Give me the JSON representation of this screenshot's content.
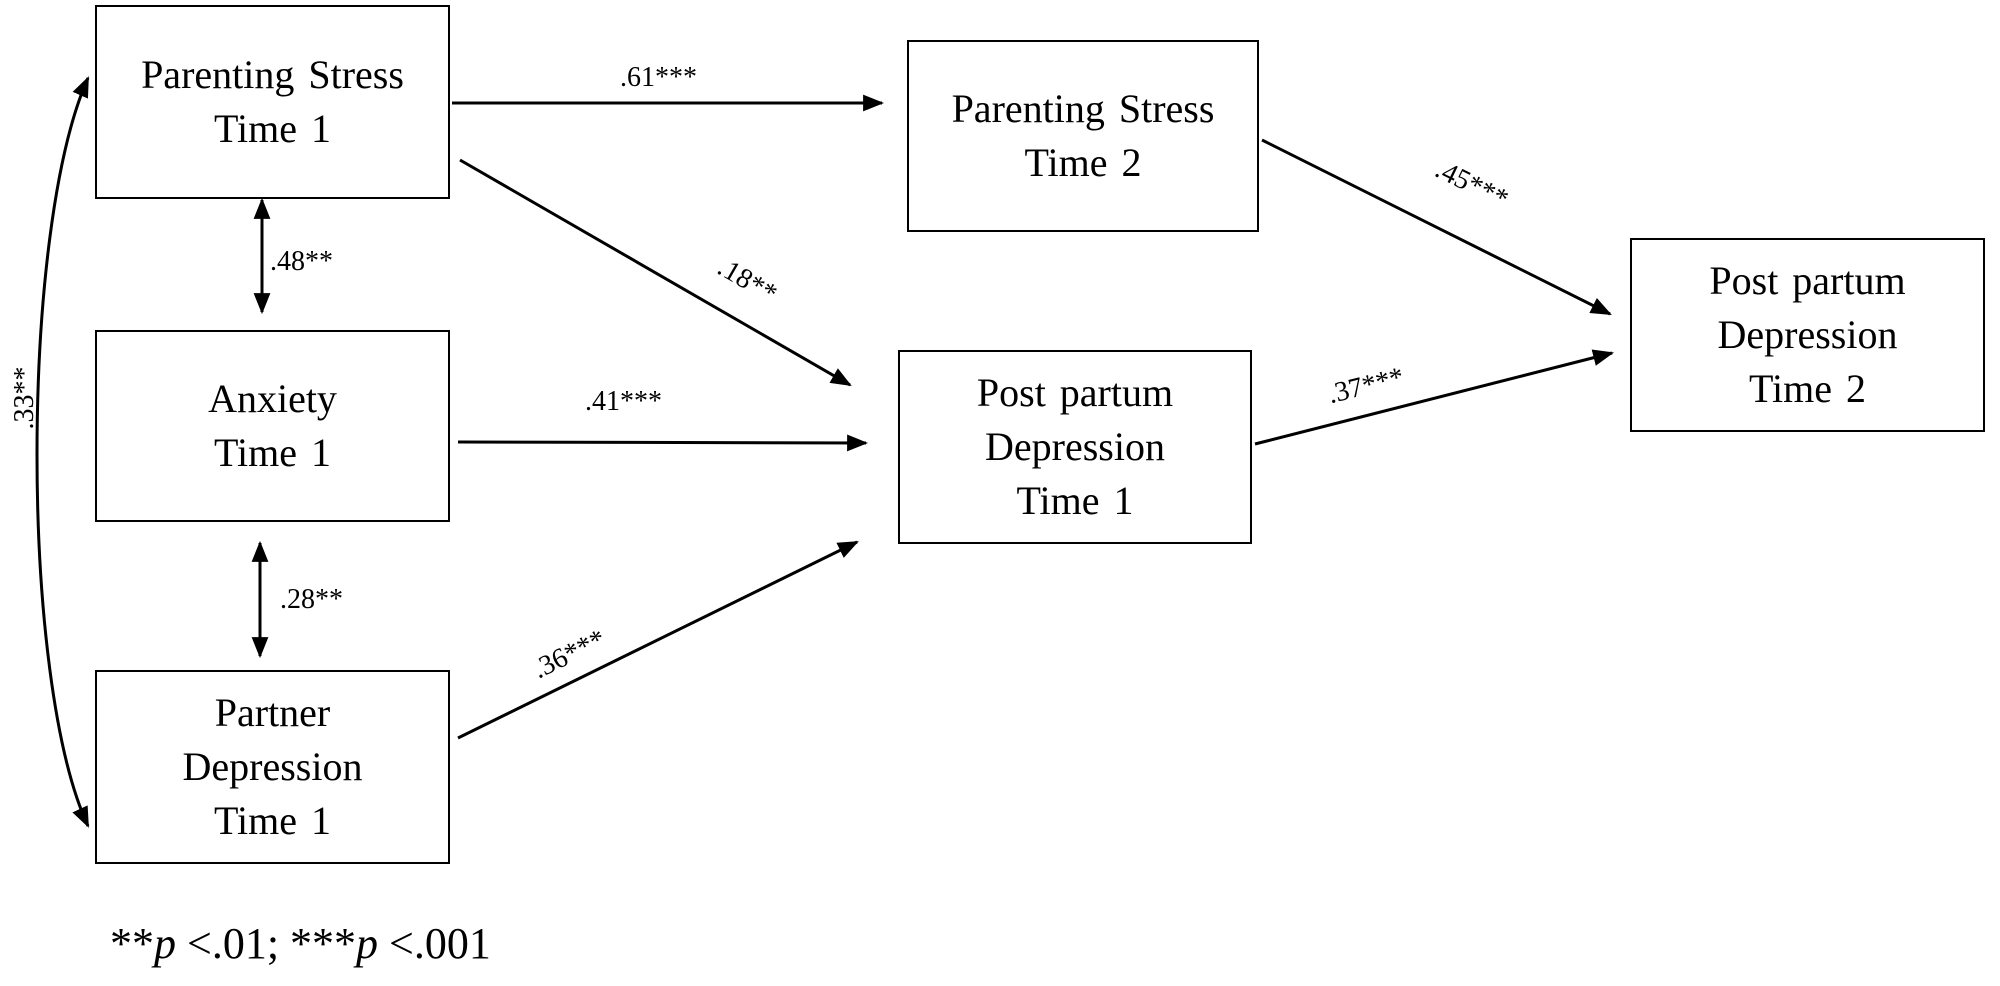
{
  "nodes": {
    "ps_t1": [
      "Parenting Stress",
      "Time 1"
    ],
    "ps_t2": [
      "Parenting Stress",
      "Time 2"
    ],
    "anx_t1": [
      "Anxiety",
      "Time 1"
    ],
    "pd_t1": [
      "Partner",
      "Depression",
      "Time 1"
    ],
    "ppd_t1": [
      "Post partum",
      "Depression",
      "Time 1"
    ],
    "ppd_t2": [
      "Post partum",
      "Depression",
      "Time 2"
    ]
  },
  "paths": {
    "ps1_ps2": ".61***",
    "ps1_ppd1": ".18**",
    "anx1_ppd1": ".41***",
    "pd1_ppd1": ".36***",
    "ps2_ppd2": ".45***",
    "ppd1_ppd2": ".37***",
    "ps1_anx1": ".48**",
    "anx1_pd1": ".28**",
    "ps1_pd1": ".33**"
  },
  "footnote": {
    "sig2_stars": "**",
    "sig2_p": "p",
    "sig2_text": " <.01; ",
    "sig3_stars": "***",
    "sig3_p": "p",
    "sig3_text": " <.001"
  }
}
